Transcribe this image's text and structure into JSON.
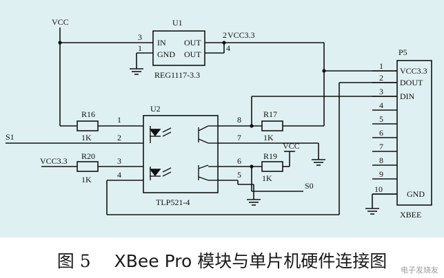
{
  "labels": {
    "vcc_top": "VCC",
    "u1_ref": "U1",
    "u1_pin_in_num": "3",
    "u1_pin_gnd_num": "1",
    "u1_pin_out1_num": "2",
    "u1_pin_out2_num": "4",
    "u1_in": "IN",
    "u1_gnd": "GND",
    "u1_out1": "OUT",
    "u1_out2": "OUT",
    "u1_vcc33": "VCC3.3",
    "u1_part": "REG1117-3.3",
    "r16_ref": "R16",
    "r16_val": "1K",
    "r20_ref": "R20",
    "r20_val": "1K",
    "vcc33_left": "VCC3.3",
    "s1": "S1",
    "u2_ref": "U2",
    "u2_part": "TLP521-4",
    "u2_pin1": "1",
    "u2_pin2": "2",
    "u2_pin3": "3",
    "u2_pin4": "4",
    "u2_pin5": "5",
    "u2_pin6": "6",
    "u2_pin7": "7",
    "u2_pin8": "8",
    "r17_ref": "R17",
    "r17_val": "1K",
    "r19_ref": "R19",
    "r19_val": "1K",
    "vcc_r19": "VCC",
    "s0": "S0",
    "p5_ref": "P5",
    "p5_vcc33": "VCC3.3",
    "p5_dout": "DOUT",
    "p5_din": "DIN",
    "p5_gnd": "GND",
    "p5_name": "XBEE",
    "p5_pins": [
      "1",
      "2",
      "3",
      "4",
      "5",
      "6",
      "7",
      "8",
      "9",
      "10"
    ]
  },
  "caption": {
    "figure_no": "图 5",
    "text": "XBee Pro 模块与单片机硬件连接图"
  },
  "watermark": "电子发烧友",
  "colors": {
    "background": "#dff0f2",
    "wire": "#111111"
  }
}
